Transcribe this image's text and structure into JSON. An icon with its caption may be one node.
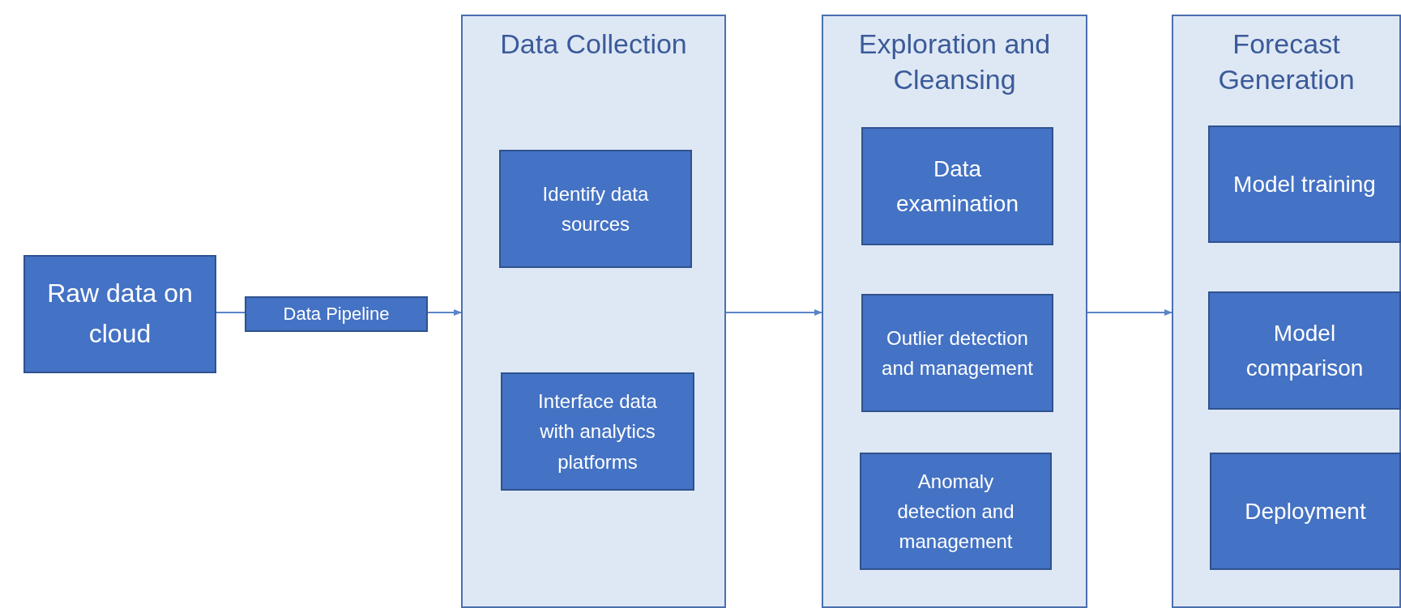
{
  "diagram": {
    "nodes": [
      {
        "text": [
          "Raw data on cloud"
        ]
      },
      {
        "text": [
          "Data Pipeline"
        ]
      },
      {
        "text": [
          "Data Collection"
        ]
      },
      {
        "text": [
          "Identify data sources"
        ],
        "in": 2
      },
      {
        "text": [
          "Interface data with analytics platforms"
        ],
        "in": 2
      },
      {
        "text": [
          "Exploration and Cleansing"
        ]
      },
      {
        "text": [
          "Data examination"
        ],
        "in": 5
      },
      {
        "text": [
          "Outlier detection and management"
        ],
        "in": 5
      },
      {
        "text": [
          "Anomaly detection and management"
        ],
        "in": 5
      },
      {
        "text": [
          "Forecast Generation"
        ]
      },
      {
        "text": [
          "Model training"
        ],
        "in": 9
      },
      {
        "text": [
          "Model comparison"
        ],
        "in": 9
      },
      {
        "text": [
          "Deployment"
        ],
        "in": 9
      }
    ],
    "edges": [
      {
        "from": 0,
        "to": 1,
        "arrow": "none"
      },
      {
        "from": 1,
        "to": 2,
        "arrow": "to"
      },
      {
        "from": 2,
        "to": 5,
        "arrow": "to"
      },
      {
        "from": 5,
        "to": 9,
        "arrow": "to"
      }
    ]
  }
}
